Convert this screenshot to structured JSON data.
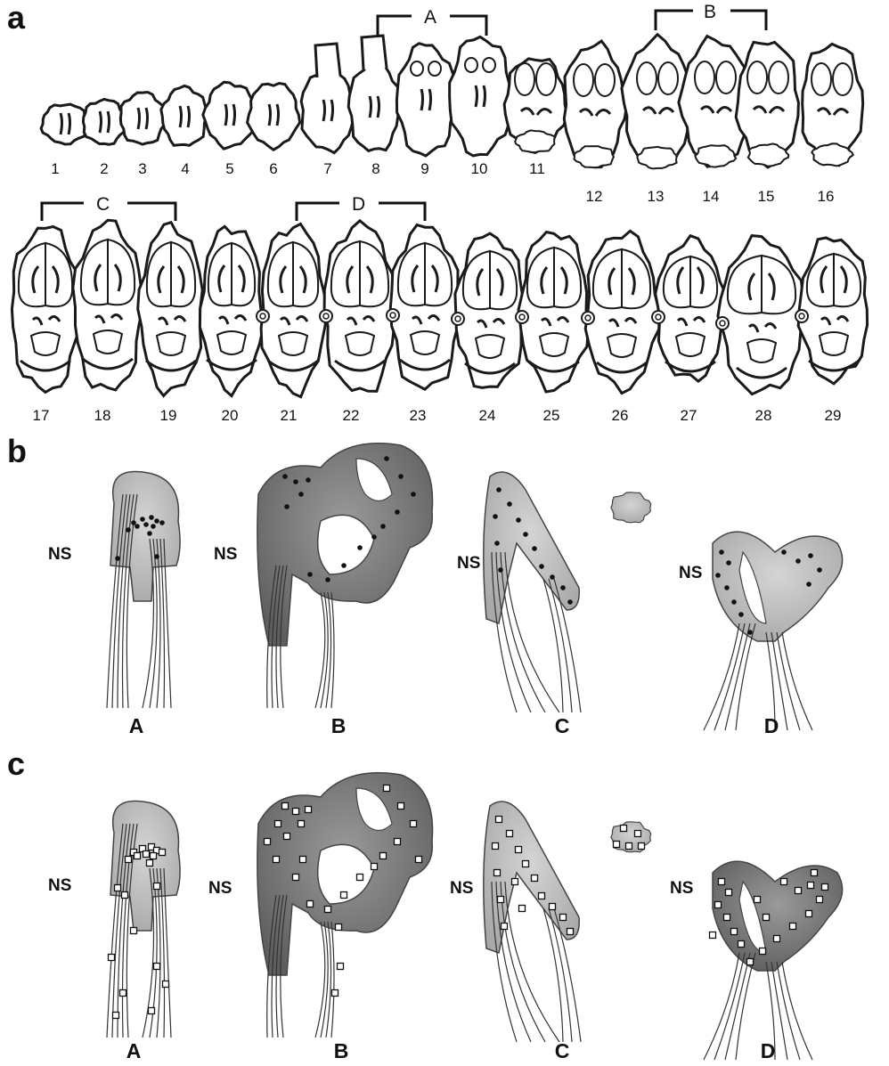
{
  "panels": {
    "a": "a",
    "b": "b",
    "c": "c"
  },
  "section_numbers": [
    "1",
    "2",
    "3",
    "4",
    "5",
    "6",
    "7",
    "8",
    "9",
    "10",
    "11",
    "12",
    "13",
    "14",
    "15",
    "16",
    "17",
    "18",
    "19",
    "20",
    "21",
    "22",
    "23",
    "24",
    "25",
    "26",
    "27",
    "28",
    "29"
  ],
  "brackets": [
    "A",
    "B",
    "C",
    "D"
  ],
  "ns_label": "NS",
  "group_labels": [
    "A",
    "B",
    "C",
    "D"
  ],
  "colors": {
    "ink": "#1a1a1a",
    "shade_light": "#bdbdbd",
    "shade_dark": "#7d7d7d",
    "background": "#ffffff"
  }
}
